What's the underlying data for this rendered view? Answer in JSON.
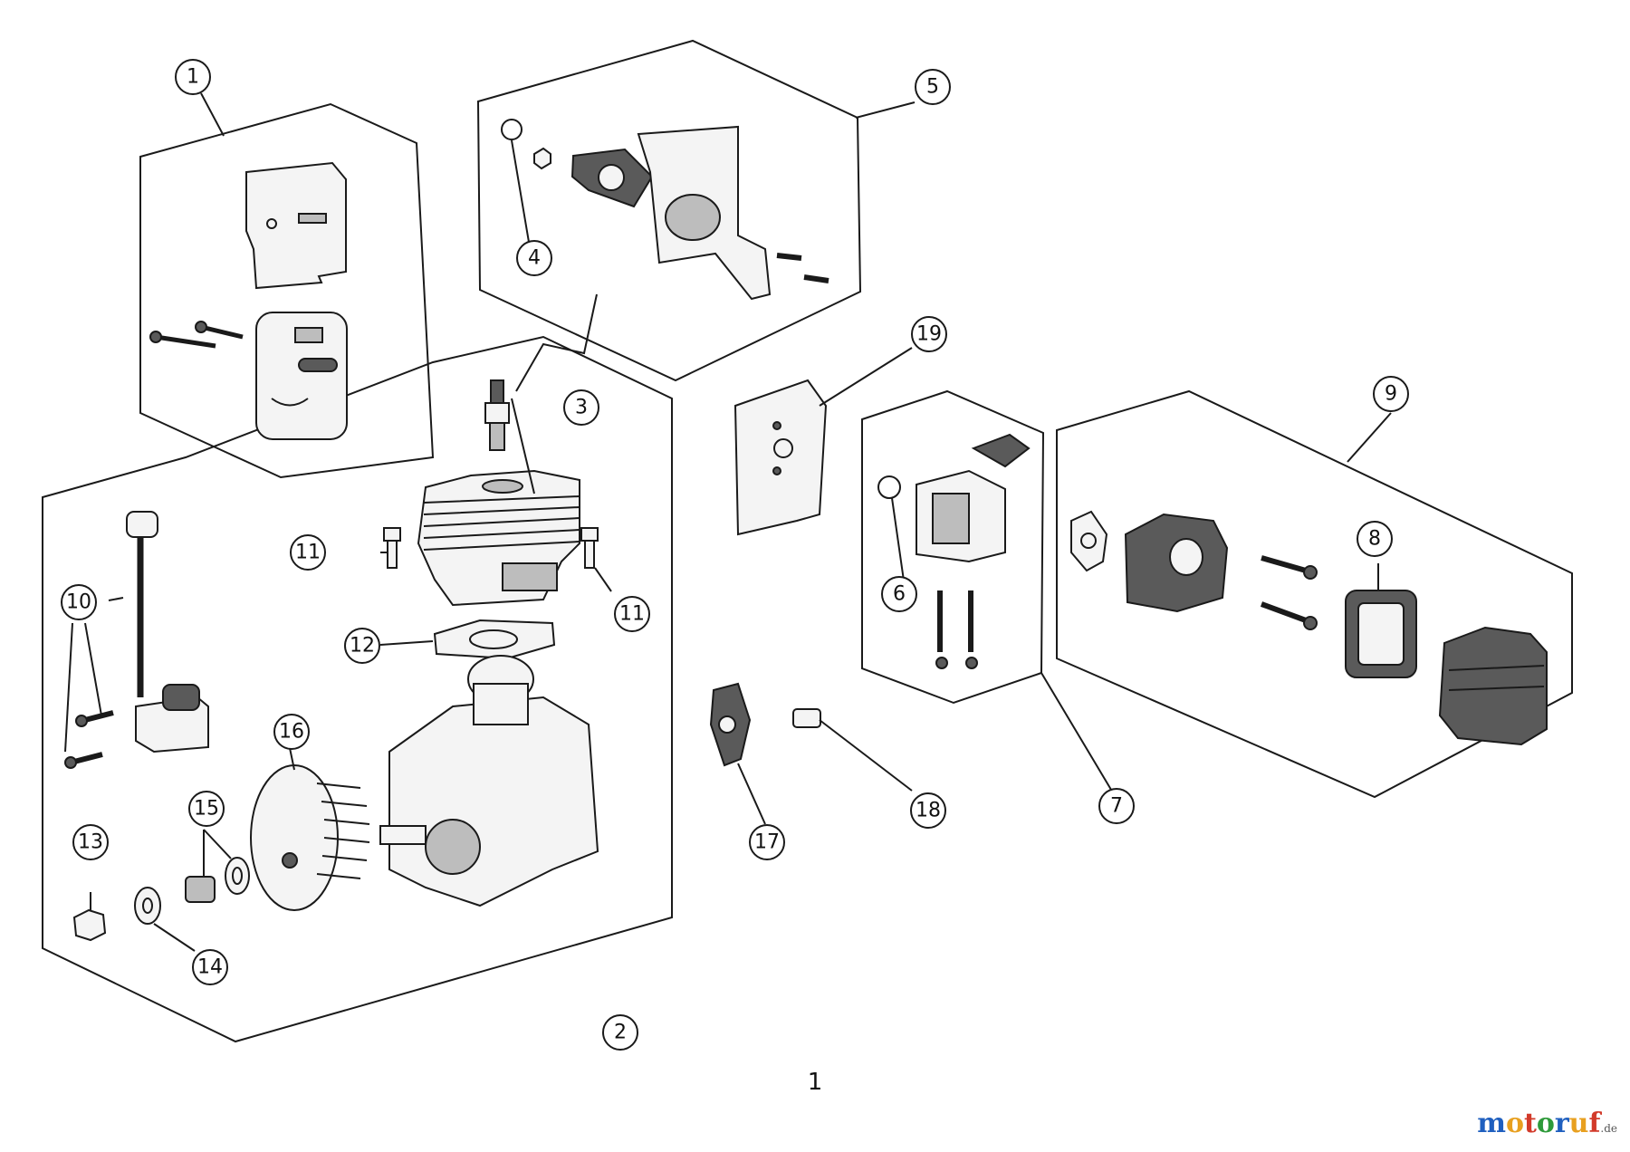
{
  "figure": {
    "page_number": "1",
    "watermark": {
      "letters": [
        {
          "ch": "m",
          "color": "#1f5fbf"
        },
        {
          "ch": "o",
          "color": "#e8a020"
        },
        {
          "ch": "t",
          "color": "#d23a2a"
        },
        {
          "ch": "o",
          "color": "#2e9a3a"
        },
        {
          "ch": "r",
          "color": "#1f5fbf"
        },
        {
          "ch": "u",
          "color": "#e8a020"
        },
        {
          "ch": "f",
          "color": "#d23a2a"
        }
      ],
      "suffix": ".de"
    }
  },
  "callouts": [
    {
      "id": "c1",
      "label": "1"
    },
    {
      "id": "c2",
      "label": "2"
    },
    {
      "id": "c3",
      "label": "3"
    },
    {
      "id": "c4",
      "label": "4"
    },
    {
      "id": "c5",
      "label": "5"
    },
    {
      "id": "c6",
      "label": "6"
    },
    {
      "id": "c7",
      "label": "7"
    },
    {
      "id": "c8",
      "label": "8"
    },
    {
      "id": "c9",
      "label": "9"
    },
    {
      "id": "c10",
      "label": "10"
    },
    {
      "id": "c11a",
      "label": "11"
    },
    {
      "id": "c11b",
      "label": "11"
    },
    {
      "id": "c12",
      "label": "12"
    },
    {
      "id": "c13",
      "label": "13"
    },
    {
      "id": "c14",
      "label": "14"
    },
    {
      "id": "c15",
      "label": "15"
    },
    {
      "id": "c16",
      "label": "16"
    },
    {
      "id": "c17",
      "label": "17"
    },
    {
      "id": "c18",
      "label": "18"
    },
    {
      "id": "c19",
      "label": "19"
    }
  ]
}
